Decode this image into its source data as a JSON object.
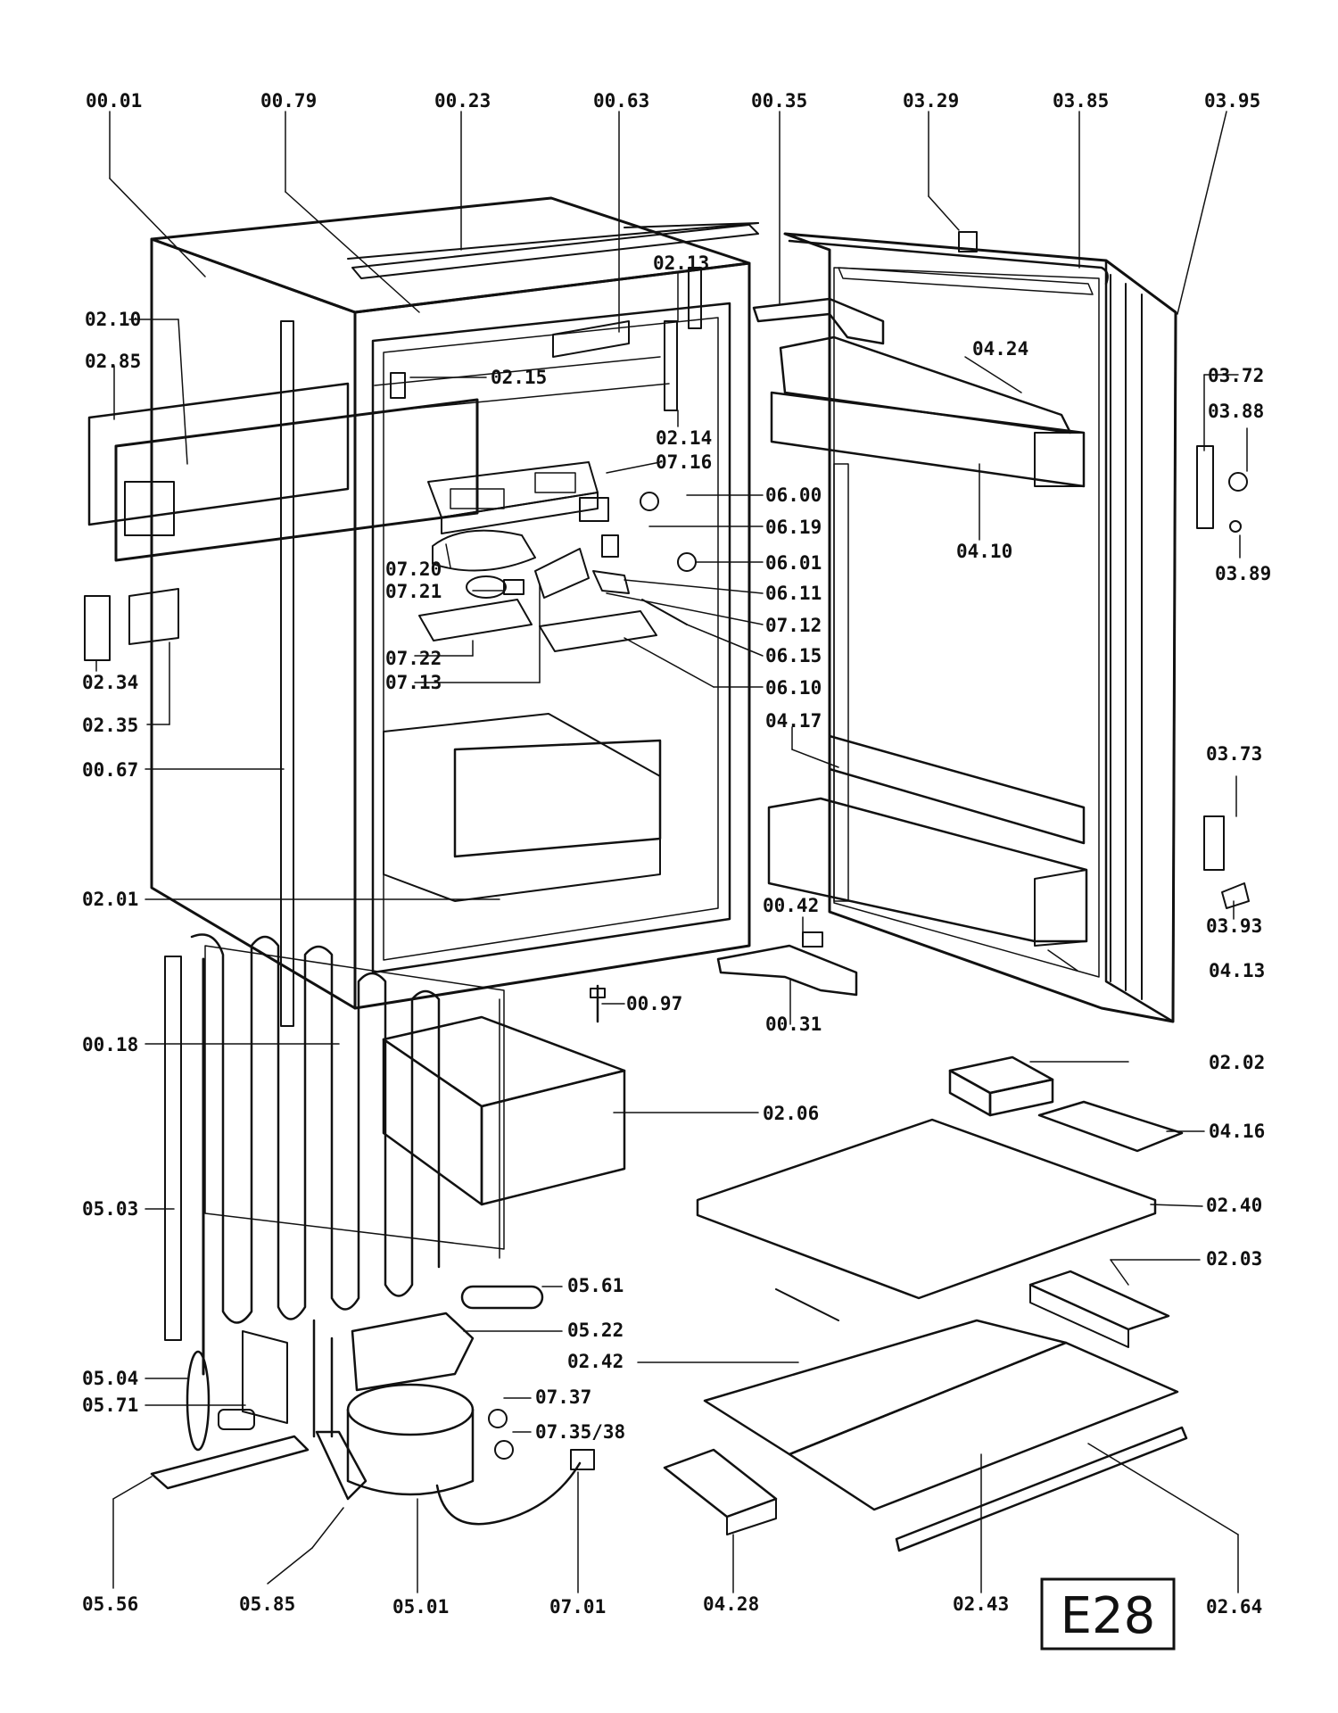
{
  "labels": {
    "p0001": "00.01",
    "p0079": "00.79",
    "p0023": "00.23",
    "p0063": "00.63",
    "p0035": "00.35",
    "p0329": "03.29",
    "p0385": "03.85",
    "p0395": "03.95",
    "p0213": "02.13",
    "p0210": "02.10",
    "p0285": "02.85",
    "p0215": "02.15",
    "p0214": "02.14",
    "p0424": "04.24",
    "p0372": "03.72",
    "p0388": "03.88",
    "p0716": "07.16",
    "p0600": "06.00",
    "p0619": "06.19",
    "p0410": "04.10",
    "p0601": "06.01",
    "p0389": "03.89",
    "p0720": "07.20",
    "p0721": "07.21",
    "p0611": "06.11",
    "p0712": "07.12",
    "p0234": "02.34",
    "p0722": "07.22",
    "p0615": "06.15",
    "p0713": "07.13",
    "p0610": "06.10",
    "p0235": "02.35",
    "p0417": "04.17",
    "p0373": "03.73",
    "p0067": "00.67",
    "p0201": "02.01",
    "p0042": "00.42",
    "p0393": "03.93",
    "p0413": "04.13",
    "p0097": "00.97",
    "p0031": "00.31",
    "p0018": "00.18",
    "p0202": "02.02",
    "p0206": "02.06",
    "p0416": "04.16",
    "p0503": "05.03",
    "p0240": "02.40",
    "p0203": "02.03",
    "p0561": "05.61",
    "p0522": "05.22",
    "p0242": "02.42",
    "p0504": "05.04",
    "p0737": "07.37",
    "p0571": "05.71",
    "p0735": "07.35/38",
    "p0556": "05.56",
    "p0585": "05.85",
    "p0501": "05.01",
    "p0701": "07.01",
    "p0428": "04.28",
    "p0243": "02.43",
    "p0264": "02.64"
  },
  "diagram_code": "E28"
}
